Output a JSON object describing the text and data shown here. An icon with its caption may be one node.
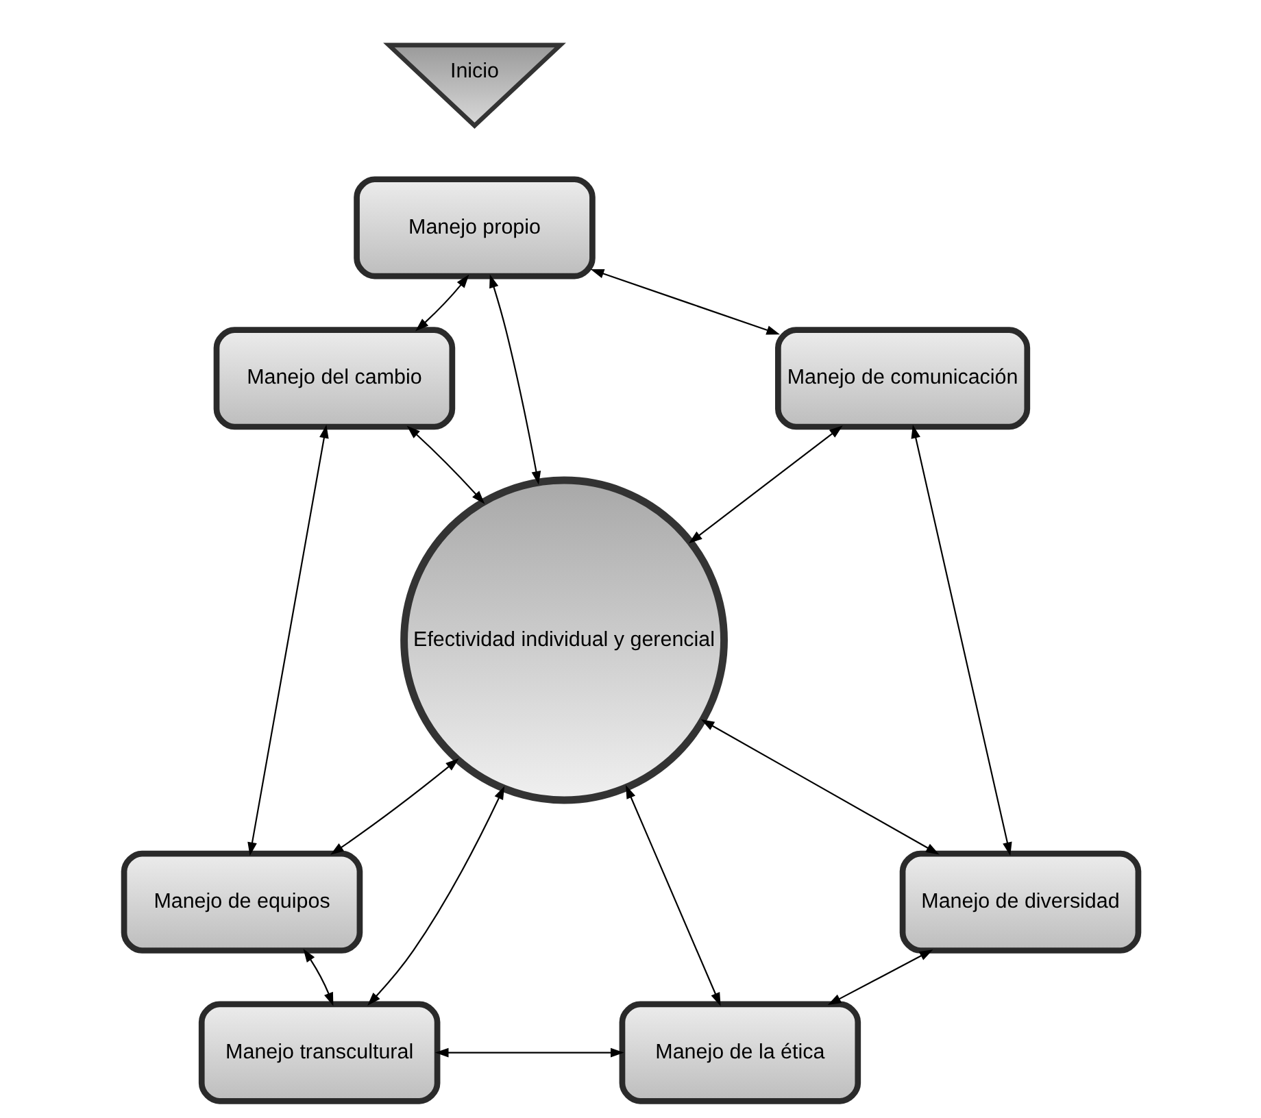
{
  "diagram": {
    "nodes": [
      {
        "text": [
          "Inicio"
        ]
      },
      {
        "text": [
          "Manejo propio"
        ]
      },
      {
        "text": [
          "Manejo del cambio"
        ]
      },
      {
        "text": [
          "Manejo de comunicación"
        ]
      },
      {
        "text": [
          "Efectividad individual y gerencial"
        ]
      },
      {
        "text": [
          "Manejo de equipos"
        ]
      },
      {
        "text": [
          "Manejo de diversidad"
        ]
      },
      {
        "text": [
          "Manejo transcultural"
        ]
      },
      {
        "text": [
          "Manejo de la ética"
        ]
      }
    ],
    "edges": [
      {
        "from": 1,
        "to": 2,
        "arrow": "both"
      },
      {
        "from": 1,
        "to": 3,
        "arrow": "both"
      },
      {
        "from": 1,
        "to": 4,
        "arrow": "both"
      },
      {
        "from": 2,
        "to": 4,
        "arrow": "both"
      },
      {
        "from": 3,
        "to": 4,
        "arrow": "both"
      },
      {
        "from": 2,
        "to": 5,
        "arrow": "both"
      },
      {
        "from": 3,
        "to": 6,
        "arrow": "both"
      },
      {
        "from": 5,
        "to": 4,
        "arrow": "both"
      },
      {
        "from": 6,
        "to": 4,
        "arrow": "both"
      },
      {
        "from": 5,
        "to": 7,
        "arrow": "both"
      },
      {
        "from": 6,
        "to": 8,
        "arrow": "both"
      },
      {
        "from": 7,
        "to": 4,
        "arrow": "both"
      },
      {
        "from": 8,
        "to": 4,
        "arrow": "both"
      },
      {
        "from": 7,
        "to": 8,
        "arrow": "both"
      }
    ]
  }
}
